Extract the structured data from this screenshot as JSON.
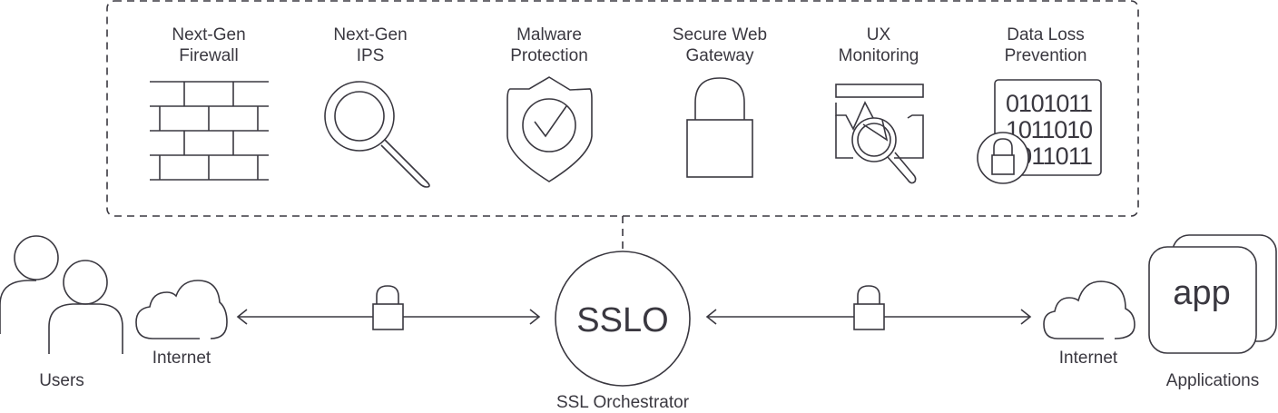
{
  "services": [
    {
      "id": "ngfw",
      "label": "Next-Gen\nFirewall",
      "icon": "brick-wall-icon"
    },
    {
      "id": "ips",
      "label": "Next-Gen\nIPS",
      "icon": "magnifier-icon"
    },
    {
      "id": "malware",
      "label": "Malware\nProtection",
      "icon": "shield-check-icon"
    },
    {
      "id": "swg",
      "label": "Secure Web\nGateway",
      "icon": "padlock-icon"
    },
    {
      "id": "ux",
      "label": "UX\nMonitoring",
      "icon": "monitor-magnifier-icon"
    },
    {
      "id": "dlp",
      "label": "Data Loss\nPrevention",
      "icon": "binary-lock-icon"
    }
  ],
  "dlp_binary": [
    "0101011",
    "1011010",
    "1011011"
  ],
  "users": {
    "label": "Users"
  },
  "internet_left": {
    "label": "Internet"
  },
  "internet_right": {
    "label": "Internet"
  },
  "sslo": {
    "badge": "SSLO",
    "label": "SSL Orchestrator"
  },
  "apps": {
    "badge": "app",
    "label": "Applications"
  },
  "colors": {
    "stroke": "#3a3840",
    "background": "#ffffff"
  }
}
